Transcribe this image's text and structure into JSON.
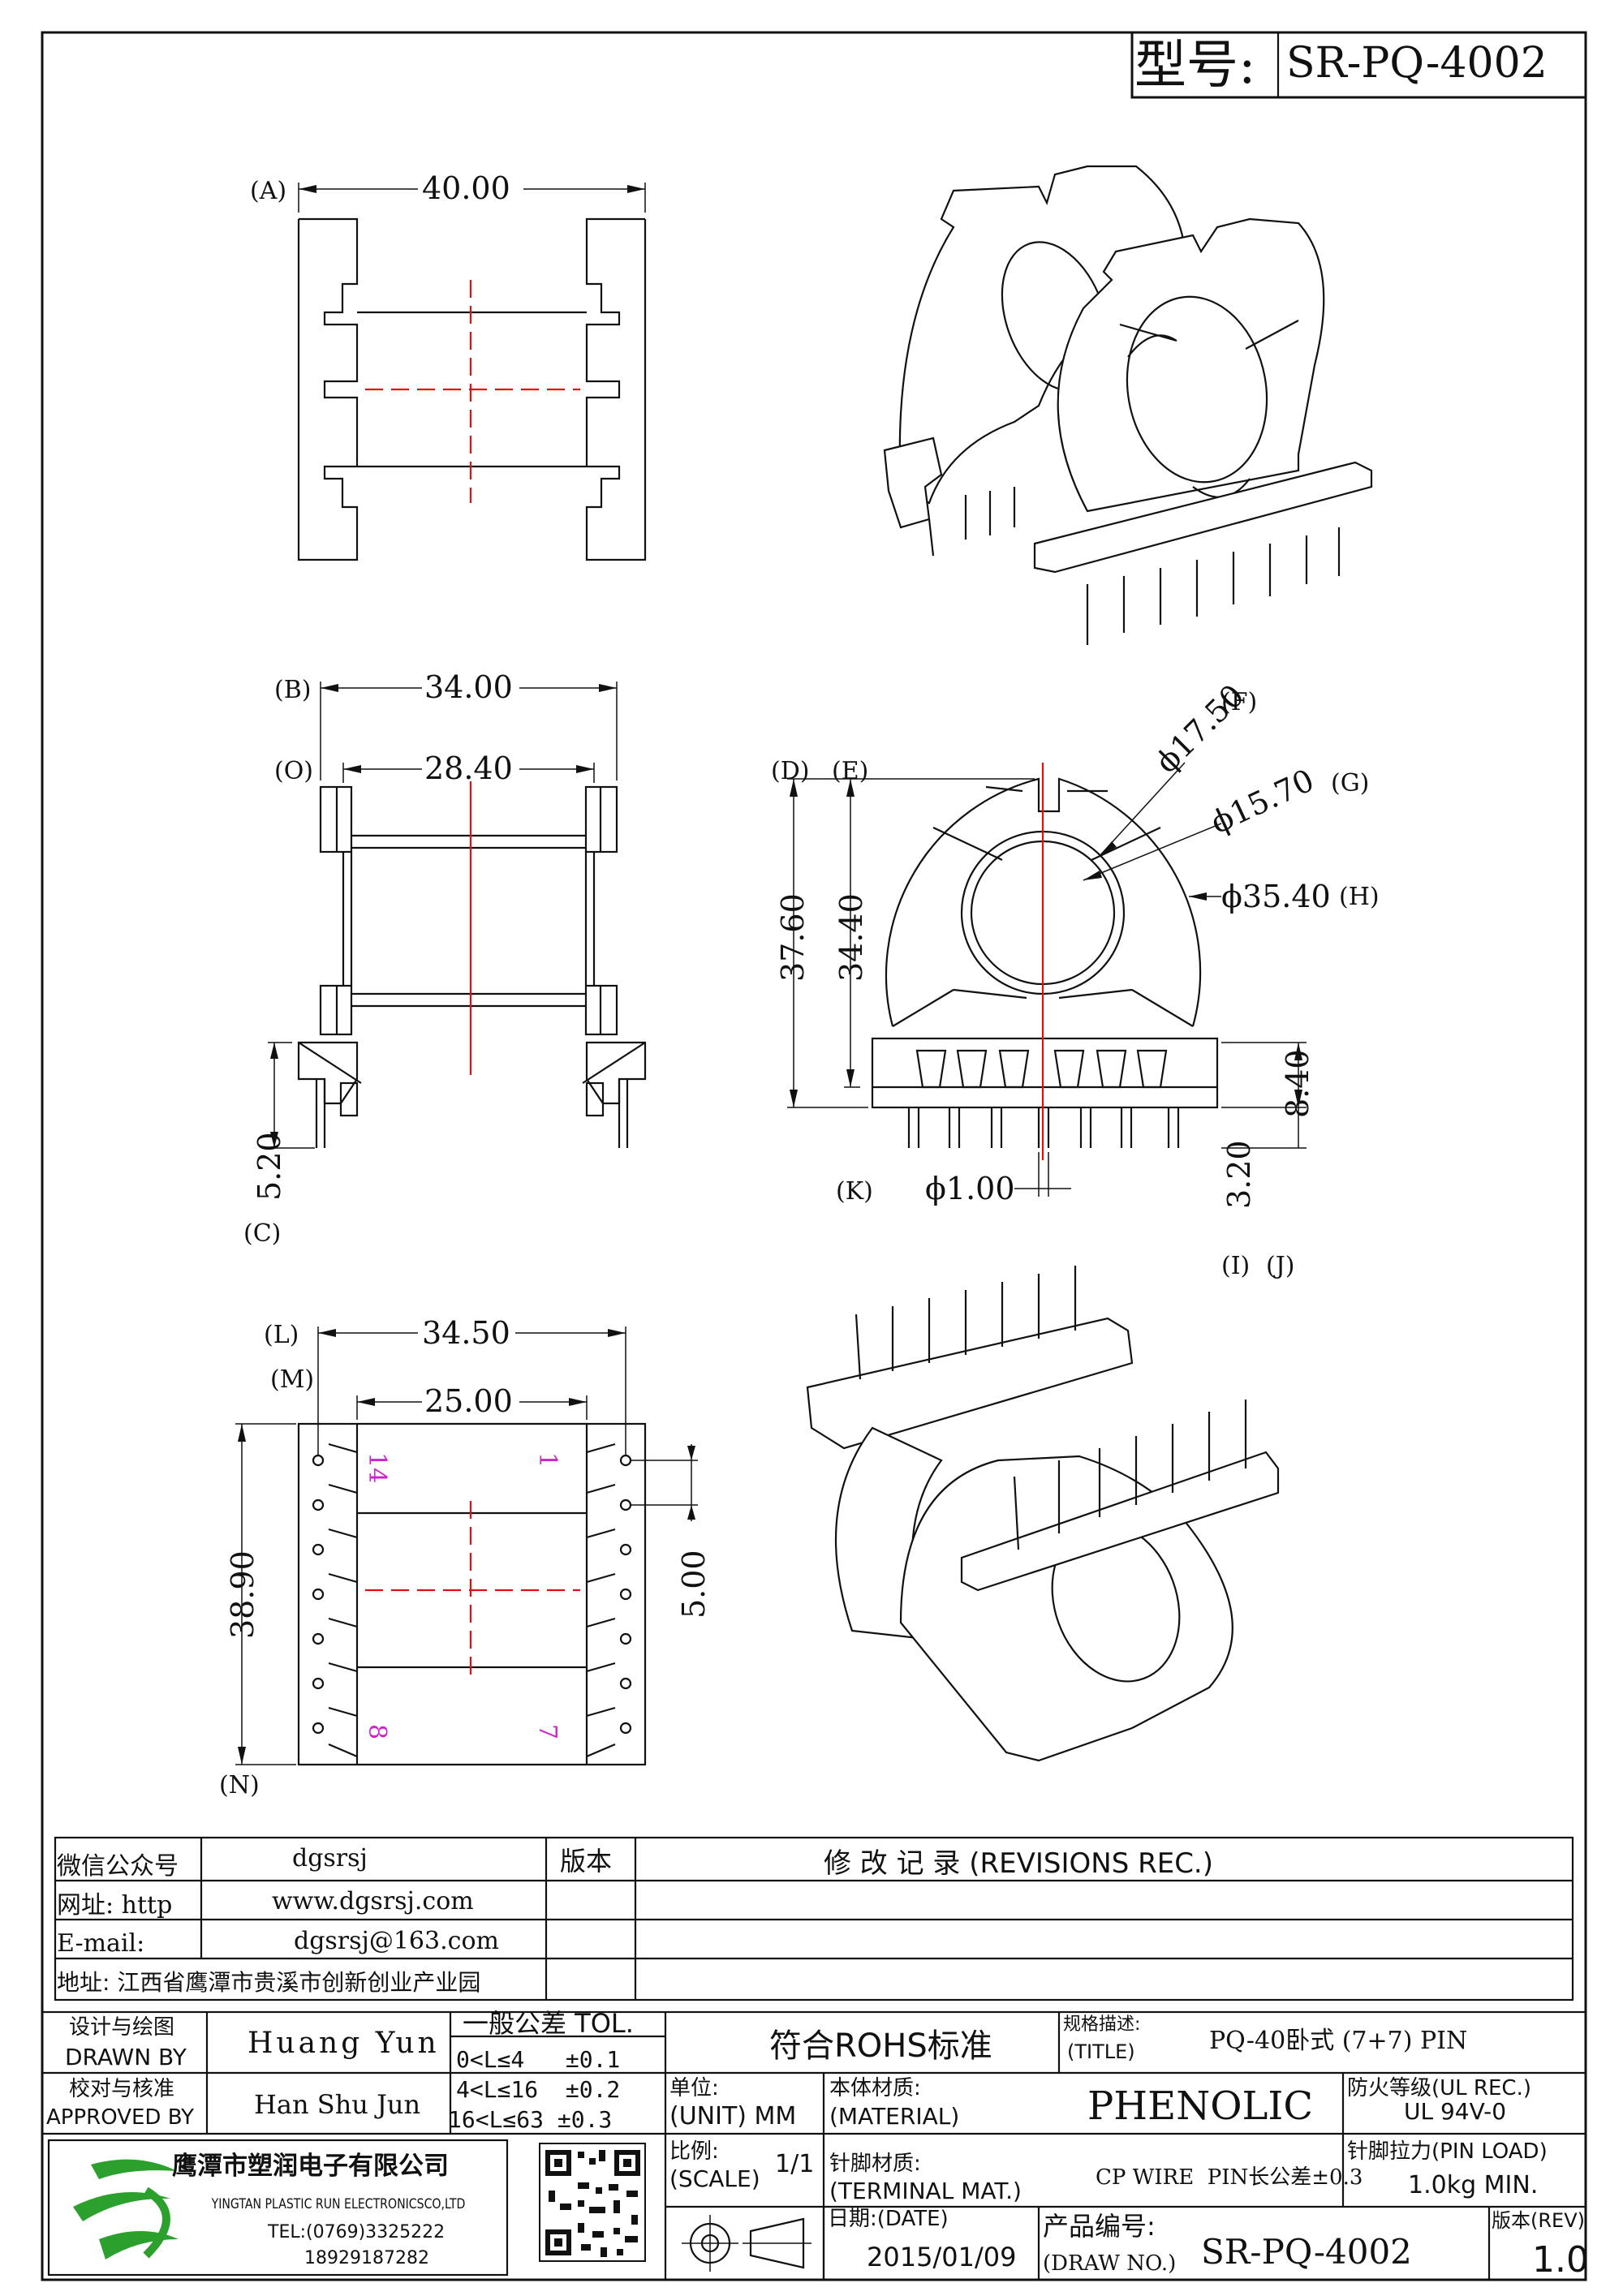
{
  "header": {
    "model_label": "型号:",
    "model_value": "SR-PQ-4002"
  },
  "dimensions": {
    "A": {
      "tag": "(A)",
      "value": "40.00"
    },
    "B": {
      "tag": "(B)",
      "value": "34.00"
    },
    "O": {
      "tag": "(O)",
      "value": "28.40"
    },
    "C": {
      "tag": "(C)",
      "value": "5.20"
    },
    "D": {
      "tag": "(D)",
      "value": "37.60"
    },
    "E": {
      "tag": "(E)",
      "value": "34.40"
    },
    "F": {
      "tag": "(F)",
      "value": "ϕ17.50"
    },
    "G": {
      "tag": "(G)",
      "value": "ϕ15.70"
    },
    "H": {
      "tag": "(H)",
      "value": "ϕ35.40"
    },
    "K": {
      "tag": "(K)",
      "value": "ϕ1.00"
    },
    "I": {
      "tag": "(I)",
      "value": "3.20"
    },
    "J": {
      "tag": "(J)",
      "value": "8.40"
    },
    "L": {
      "tag": "(L)",
      "value": "34.50"
    },
    "M": {
      "tag": "(M)",
      "value": "25.00"
    },
    "N": {
      "tag": "(N)",
      "value": "38.90"
    },
    "pitch": {
      "value": "5.00"
    }
  },
  "pin_labels": {
    "p14": "14",
    "p1": "1",
    "p8": "8",
    "p7": "7"
  },
  "contact": {
    "wechat_label": "微信公众号",
    "wechat_value": "dgsrsj",
    "web_label": "网址: http",
    "web_value": "www.dgsrsj.com",
    "email_label": "E-mail:",
    "email_value": "dgsrsj@163.com",
    "address": "地址: 江西省鹰潭市贵溪市创新创业产业园"
  },
  "revisions": {
    "version_label": "版本",
    "title": "修 改 记 录 (REVISIONS REC.)"
  },
  "title_block": {
    "designed_cn": "设计与绘图",
    "designed_en": "DRAWN BY",
    "designer": "Huang Yun",
    "approved_cn": "校对与核准",
    "approved_en": "APPROVED BY",
    "approver": "Han Shu Jun",
    "tol_title": "一般公差 TOL.",
    "tol_1": "0<L≤4   ±0.1",
    "tol_2": "4<L≤16  ±0.2",
    "tol_3": "16<L≤63 ±0.3",
    "rohs": "符合ROHS标准",
    "spec_cn": "规格描述:",
    "spec_en": "(TITLE)",
    "spec_value": "PQ-40卧式 (7+7) PIN",
    "unit_cn": "单位:",
    "unit_en": "(UNIT) MM",
    "material_cn": "本体材质:",
    "material_en": "(MATERIAL)",
    "material_value": "PHENOLIC",
    "fire_cn": "防火等级(UL REC.)",
    "fire_value": "UL 94V-0",
    "scale_cn": "比例:",
    "scale_en": "(SCALE)",
    "scale_value": "1/1",
    "terminal_cn": "针脚材质:",
    "terminal_en": "(TERMINAL MAT.)",
    "terminal_value": "CP WIRE  PIN长公差±0.3",
    "pin_load_cn": "针脚拉力(PIN LOAD)",
    "pin_load_value": "1.0kg MIN.",
    "date_cn": "日期:(DATE)",
    "date_value": "2015/01/09",
    "drawno_cn": "产品编号:",
    "drawno_en": "(DRAW NO.)",
    "drawno_value": "SR-PQ-4002",
    "rev_label": "版本(REV)",
    "rev_value": "1.0"
  },
  "company": {
    "name_cn": "鹰潭市塑润电子有限公司",
    "name_en": "YINGTAN PLASTIC RUN ELECTRONICSCO,LTD",
    "tel": "TEL:(0769)3325222",
    "mobile": "18929187282"
  }
}
